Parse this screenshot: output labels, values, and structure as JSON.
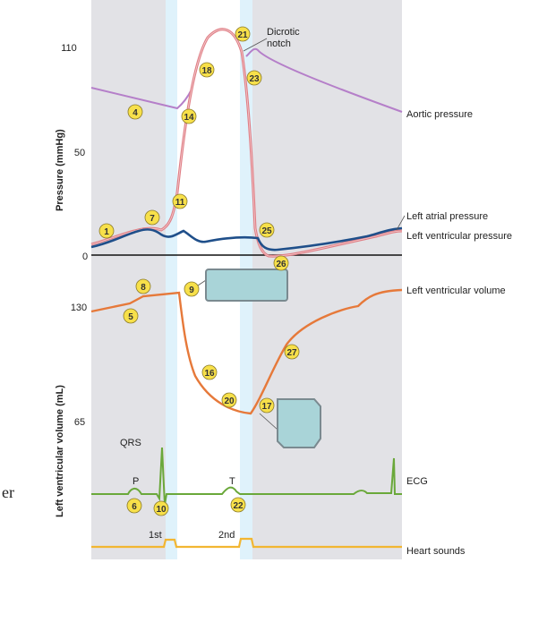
{
  "stray_text": "er",
  "axes": {
    "pressure": {
      "title": "Pressure (mmHg)",
      "ticks": [
        "110",
        "50",
        "0"
      ]
    },
    "volume": {
      "title": "Left ventricular volume (mL)",
      "ticks": [
        "130",
        "65"
      ]
    }
  },
  "curve_labels": {
    "dicrotic_notch": [
      "Dicrotic",
      "notch"
    ],
    "aortic_pressure": "Aortic pressure",
    "left_atrial_pressure": "Left atrial pressure",
    "left_ventricular_pressure": "Left ventricular pressure",
    "left_ventricular_volume": "Left ventricular volume",
    "ecg": "ECG",
    "heart_sounds": "Heart sounds"
  },
  "ecg_labels": {
    "p": "P",
    "qrs": "QRS",
    "t": "T"
  },
  "sound_labels": {
    "first": "1st",
    "second": "2nd"
  },
  "markers": [
    "1",
    "4",
    "5",
    "6",
    "7",
    "8",
    "9",
    "10",
    "11",
    "14",
    "16",
    "17",
    "18",
    "20",
    "21",
    "22",
    "23",
    "25",
    "26",
    "27"
  ],
  "colors": {
    "aortic": "#b57fc9",
    "ventricular_pressure": "#e07f86",
    "atrial": "#1f4f8a",
    "volume": "#e6793a",
    "ecg": "#6aa83a",
    "sounds": "#f2b632",
    "marker_fill": "#f7e04a",
    "panel": "#e2e2e6",
    "band": "#dff2fb"
  }
}
